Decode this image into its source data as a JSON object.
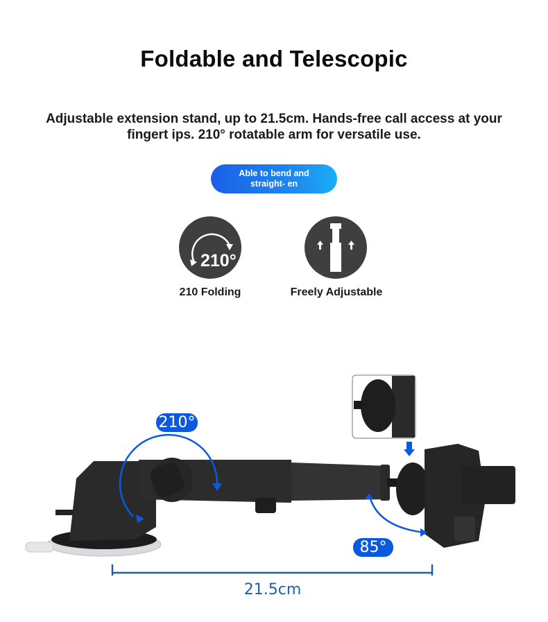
{
  "header": {
    "title": "Foldable and Telescopic",
    "subtitle": "Adjustable extension stand, up to 21.5cm. Hands-free call access at your fingert ips. 210° rotatable arm for versatile use."
  },
  "pill": {
    "label": "Able to bend and straight- en"
  },
  "features": [
    {
      "label": "210 Folding",
      "icon": "rotate-210-icon",
      "icon_text": "210°"
    },
    {
      "label": "Freely Adjustable",
      "icon": "telescopic-extend-icon"
    }
  ],
  "diagram": {
    "rotation_badge": "210°",
    "tilt_badge": "85°",
    "length_label": "21.5cm"
  },
  "colors": {
    "accent_blue": "#0a5ae0",
    "measure_blue": "#1f5fae",
    "icon_gray": "#3f3f3f"
  }
}
